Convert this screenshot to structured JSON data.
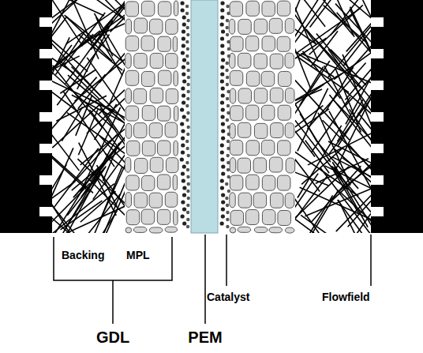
{
  "diagram": {
    "labels": [
      "Backing",
      "MPL",
      "GDL",
      "PEM",
      "Catalyst",
      "Flowfield"
    ]
  }
}
